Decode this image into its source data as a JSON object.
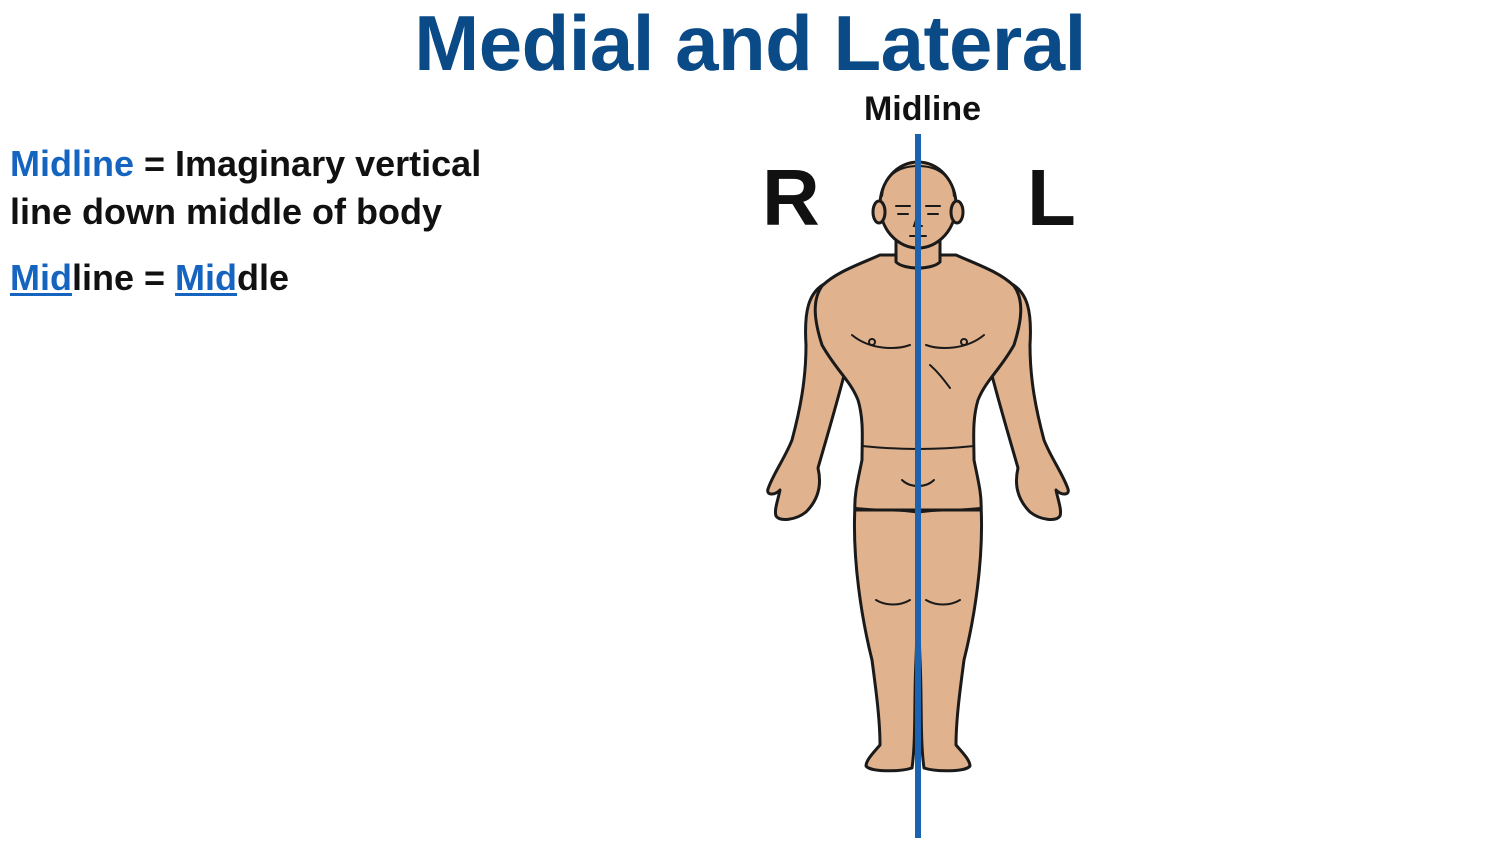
{
  "title": "Medial and Lateral",
  "definition": {
    "term": "Midline",
    "equals": " = ",
    "line1_rest": "Imaginary vertical",
    "line2": "line down middle of body"
  },
  "mnemonic": {
    "part1_highlight": "Mid",
    "part1_rest": "line",
    "equals": " = ",
    "part2_highlight": "Mid",
    "part2_rest": "dle"
  },
  "diagram": {
    "midline_label": "Midline",
    "right_label": "R",
    "left_label": "L"
  },
  "colors": {
    "title": "#0a4a86",
    "highlight": "#1565c0",
    "midline": "#1b62b0",
    "skin": "#e0b28e",
    "outline": "#1a1a1a"
  }
}
